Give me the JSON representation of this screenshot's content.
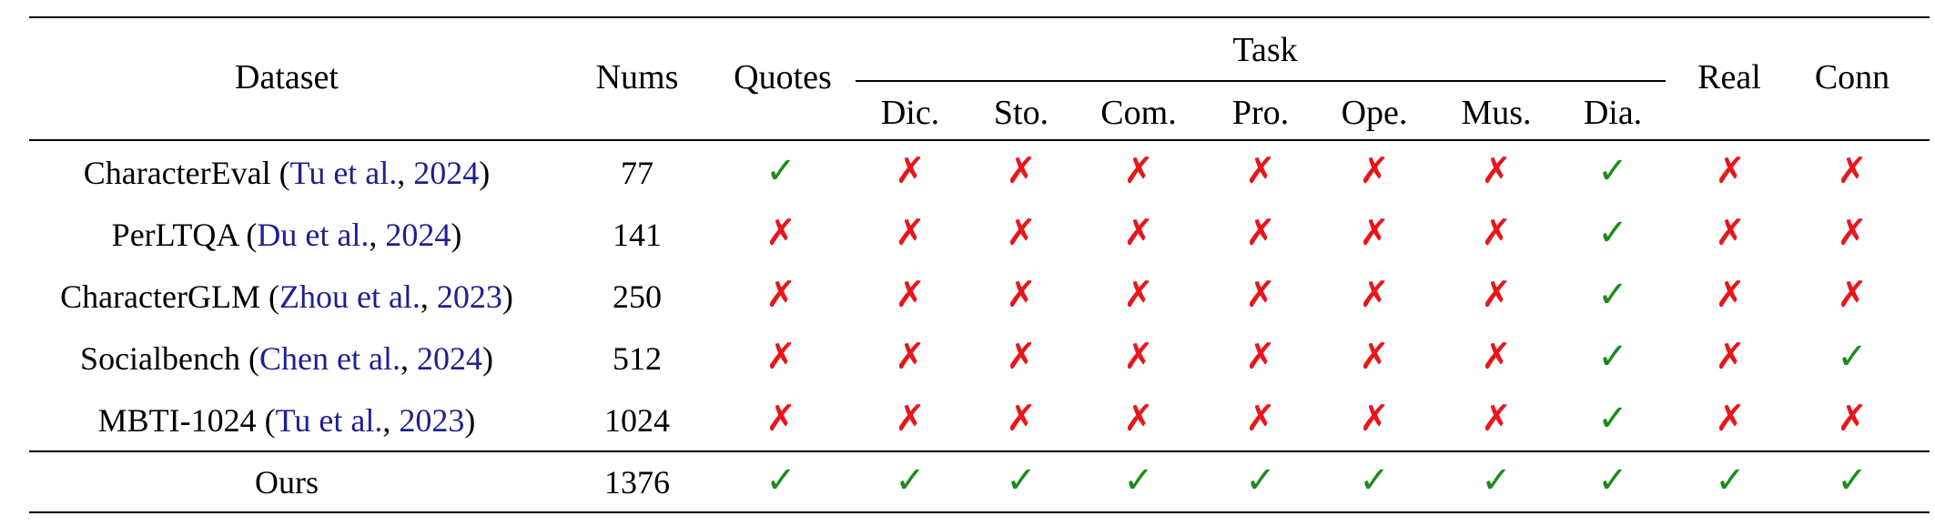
{
  "header": {
    "dataset": "Dataset",
    "nums": "Nums",
    "quotes": "Quotes",
    "task": "Task",
    "real": "Real",
    "conn": "Conn",
    "tasks": [
      "Dic.",
      "Sto.",
      "Com.",
      "Pro.",
      "Ope.",
      "Mus.",
      "Dia."
    ]
  },
  "symbols": {
    "yes": "✓",
    "no": "✗"
  },
  "colors": {
    "yes": "#1a8c1a",
    "no": "#e8161b",
    "citation": "#1f1f8f"
  },
  "rows": [
    {
      "name": "CharacterEval",
      "cite_open": " (",
      "cite_author": "Tu et al.",
      "cite_sep": ", ",
      "cite_year": "2024",
      "cite_close": ")",
      "nums": "77",
      "quotes": "✓",
      "tasks": [
        "✗",
        "✗",
        "✗",
        "✗",
        "✗",
        "✗",
        "✓"
      ],
      "real": "✗",
      "conn": "✗"
    },
    {
      "name": "PerLTQA",
      "cite_open": " (",
      "cite_author": "Du et al.",
      "cite_sep": ", ",
      "cite_year": "2024",
      "cite_close": ")",
      "nums": "141",
      "quotes": "✗",
      "tasks": [
        "✗",
        "✗",
        "✗",
        "✗",
        "✗",
        "✗",
        "✓"
      ],
      "real": "✗",
      "conn": "✗"
    },
    {
      "name": "CharacterGLM",
      "cite_open": " (",
      "cite_author": "Zhou et al.",
      "cite_sep": ", ",
      "cite_year": "2023",
      "cite_close": ")",
      "nums": "250",
      "quotes": "✗",
      "tasks": [
        "✗",
        "✗",
        "✗",
        "✗",
        "✗",
        "✗",
        "✓"
      ],
      "real": "✗",
      "conn": "✗"
    },
    {
      "name": "Socialbench",
      "cite_open": " (",
      "cite_author": "Chen et al.",
      "cite_sep": ", ",
      "cite_year": "2024",
      "cite_close": ")",
      "nums": "512",
      "quotes": "✗",
      "tasks": [
        "✗",
        "✗",
        "✗",
        "✗",
        "✗",
        "✗",
        "✓"
      ],
      "real": "✗",
      "conn": "✓"
    },
    {
      "name": "MBTI-1024",
      "cite_open": " (",
      "cite_author": "Tu et al.",
      "cite_sep": ", ",
      "cite_year": "2023",
      "cite_close": ")",
      "nums": "1024",
      "quotes": "✗",
      "tasks": [
        "✗",
        "✗",
        "✗",
        "✗",
        "✗",
        "✗",
        "✓"
      ],
      "real": "✗",
      "conn": "✗"
    },
    {
      "name": "Ours",
      "cite_open": "",
      "cite_author": "",
      "cite_sep": "",
      "cite_year": "",
      "cite_close": "",
      "nums": "1376",
      "quotes": "✓",
      "tasks": [
        "✓",
        "✓",
        "✓",
        "✓",
        "✓",
        "✓",
        "✓"
      ],
      "real": "✓",
      "conn": "✓"
    }
  ]
}
